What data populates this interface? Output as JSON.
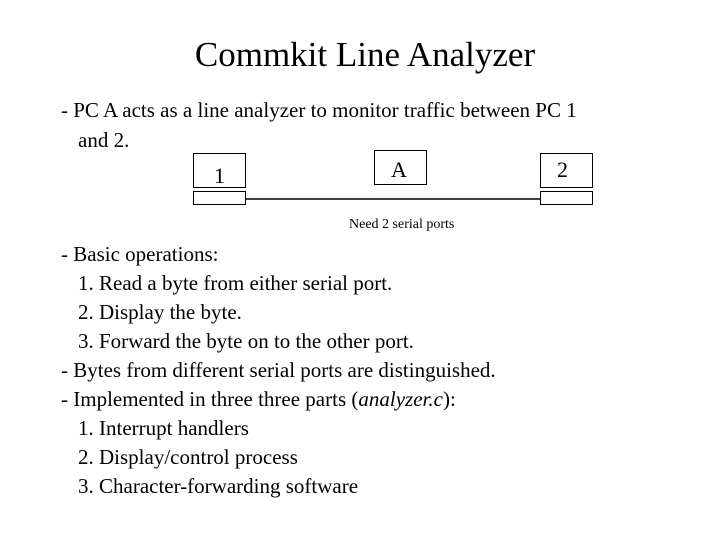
{
  "title": "Commkit Line Analyzer",
  "intro": {
    "line1": "- PC A acts as a line analyzer to monitor traffic between PC 1",
    "line2": "and 2."
  },
  "diagram": {
    "pc_left_label": "1",
    "pc_middle_label": "A",
    "pc_right_label": "2",
    "note": "Need 2 serial ports"
  },
  "basic_ops": {
    "heading": "- Basic operations:",
    "items": [
      "1. Read a byte from either serial port.",
      "2. Display the byte.",
      "3. Forward the byte on to the other port."
    ]
  },
  "bytes_note": "- Bytes from different serial ports are distinguished.",
  "implemented": {
    "prefix": "- Implemented in three three parts (",
    "file": "analyzer.c",
    "suffix": "):",
    "items": [
      "1. Interrupt handlers",
      "2. Display/control process",
      "3. Character-forwarding software"
    ]
  }
}
